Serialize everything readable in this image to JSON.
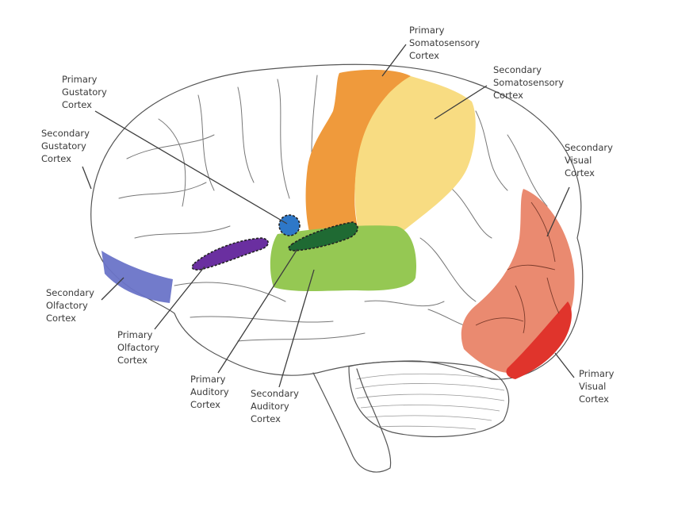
{
  "figure": {
    "subject": "Lateral view of the human brain showing sensory cortex regions"
  },
  "regions": [
    {
      "id": "primary-somatosensory",
      "label": [
        "Primary",
        "Somatosensory",
        "Cortex"
      ],
      "color": "#ef9a3c"
    },
    {
      "id": "secondary-somatosensory",
      "label": [
        "Secondary",
        "Somatosensory",
        "Cortex"
      ],
      "color": "#f8dc82"
    },
    {
      "id": "primary-gustatory",
      "label": [
        "Primary",
        "Gustatory",
        "Cortex"
      ],
      "color": "#2e78c8"
    },
    {
      "id": "secondary-gustatory",
      "label": [
        "Secondary",
        "Gustatory",
        "Cortex"
      ],
      "color": null
    },
    {
      "id": "secondary-visual",
      "label": [
        "Secondary",
        "Visual",
        "Cortex"
      ],
      "color": "#ea8a70"
    },
    {
      "id": "primary-visual",
      "label": [
        "Primary",
        "Visual",
        "Cortex"
      ],
      "color": "#e0342c"
    },
    {
      "id": "secondary-olfactory",
      "label": [
        "Secondary",
        "Olfactory",
        "Cortex"
      ],
      "color": "#6a74c8"
    },
    {
      "id": "primary-olfactory",
      "label": [
        "Primary",
        "Olfactory",
        "Cortex"
      ],
      "color": "#6a2fa0"
    },
    {
      "id": "primary-auditory",
      "label": [
        "Primary",
        "Auditory",
        "Cortex"
      ],
      "color": "#1f6a33"
    },
    {
      "id": "secondary-auditory",
      "label": [
        "Secondary",
        "Auditory",
        "Cortex"
      ],
      "color": "#95c853"
    }
  ]
}
